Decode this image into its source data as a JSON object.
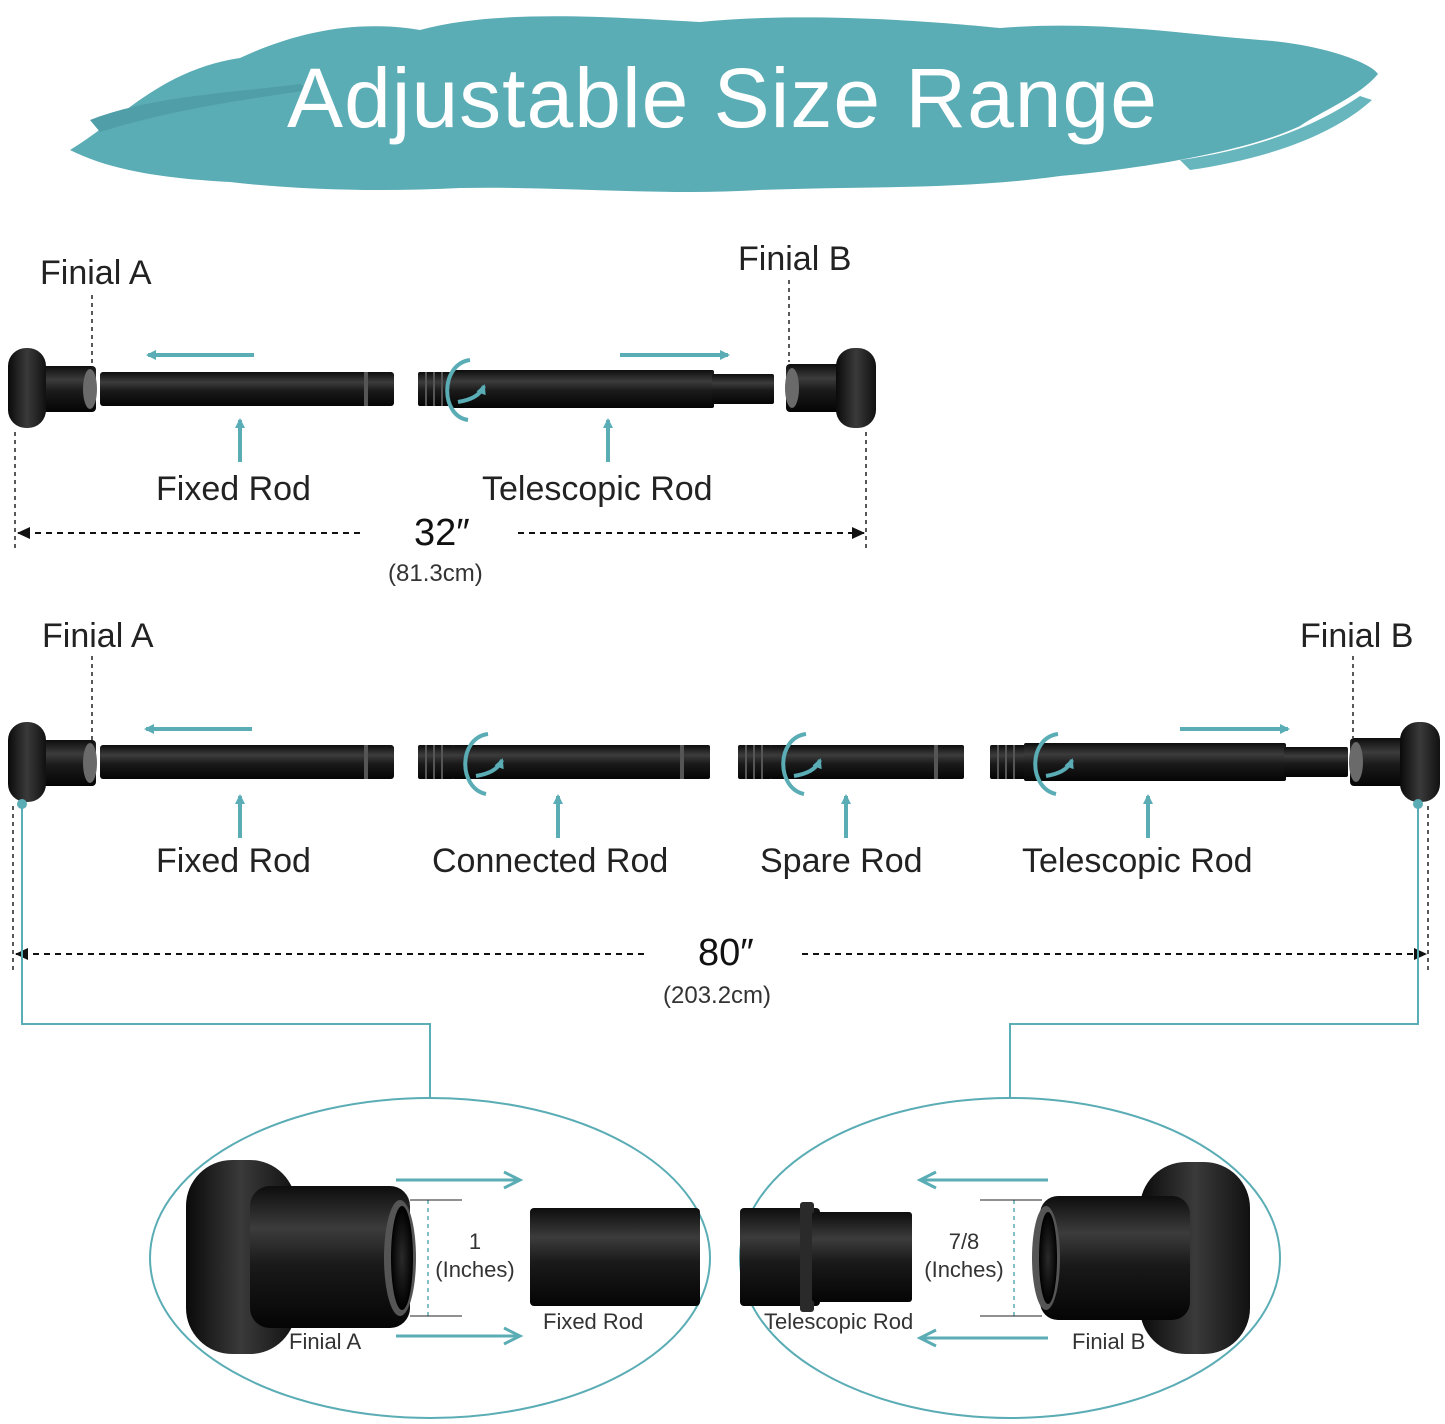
{
  "title": "Adjustable Size Range",
  "colors": {
    "accent": "#5aacb5",
    "rod": "#1b1b1b",
    "text": "#222222"
  },
  "top_assembly": {
    "finial_a": "Finial A",
    "finial_b": "Finial B",
    "fixed_rod": "Fixed Rod",
    "telescopic_rod": "Telescopic Rod",
    "length_in": "32″",
    "length_cm": "(81.3cm)"
  },
  "bottom_assembly": {
    "finial_a": "Finial A",
    "finial_b": "Finial B",
    "fixed_rod": "Fixed Rod",
    "connected_rod": "Connected Rod",
    "spare_rod": "Spare Rod",
    "telescopic_rod": "Telescopic Rod",
    "length_in": "80″",
    "length_cm": "(203.2cm)"
  },
  "detail_left": {
    "size_value": "1",
    "size_unit": "(Inches)",
    "finial": "Finial A",
    "rod": "Fixed Rod"
  },
  "detail_right": {
    "size_value": "7/8",
    "size_unit": "(Inches)",
    "finial": "Finial B",
    "rod": "Telescopic Rod"
  }
}
